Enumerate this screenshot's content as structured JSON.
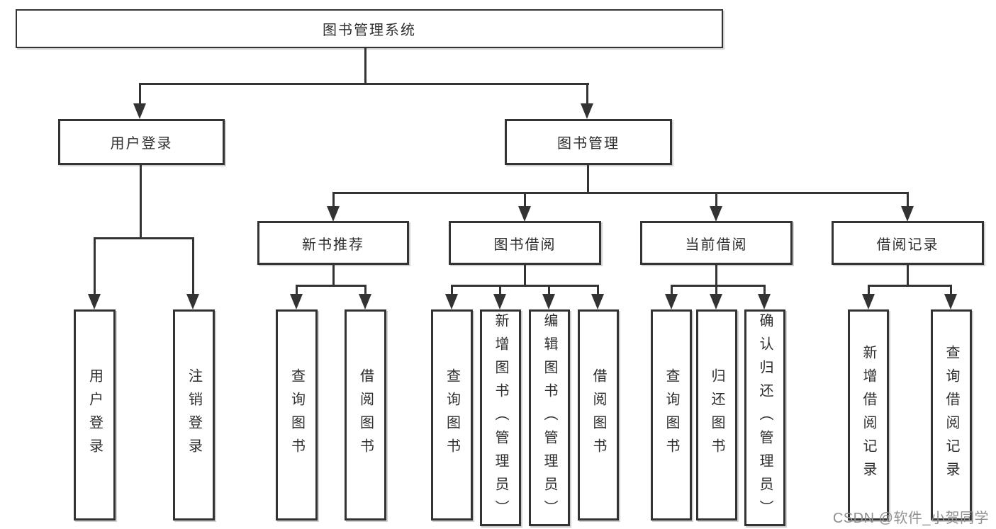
{
  "diagram": {
    "type": "org-tree",
    "colors": {
      "line": "#333333",
      "text": "#2e2e2e",
      "background": "#ffffff",
      "watermark": "#8f8f8f"
    },
    "watermark": "CSDN @软件_小贺同学",
    "tree": {
      "label": "图书管理系统",
      "children": [
        {
          "label": "用户登录",
          "children": [
            {
              "label": "用户登录"
            },
            {
              "label": "注销登录"
            }
          ]
        },
        {
          "label": "图书管理",
          "children": [
            {
              "label": "新书推荐",
              "children": [
                {
                  "label": "查询图书"
                },
                {
                  "label": "借阅图书"
                }
              ]
            },
            {
              "label": "图书借阅",
              "children": [
                {
                  "label": "查询图书"
                },
                {
                  "label": "新增图书（管理员）"
                },
                {
                  "label": "编辑图书（管理员）"
                },
                {
                  "label": "借阅图书"
                }
              ]
            },
            {
              "label": "当前借阅",
              "children": [
                {
                  "label": "查询图书"
                },
                {
                  "label": "归还图书"
                },
                {
                  "label": "确认归还（管理员）"
                }
              ]
            },
            {
              "label": "借阅记录",
              "children": [
                {
                  "label": "新增借阅记录"
                },
                {
                  "label": "查询借阅记录"
                }
              ]
            }
          ]
        }
      ]
    }
  }
}
